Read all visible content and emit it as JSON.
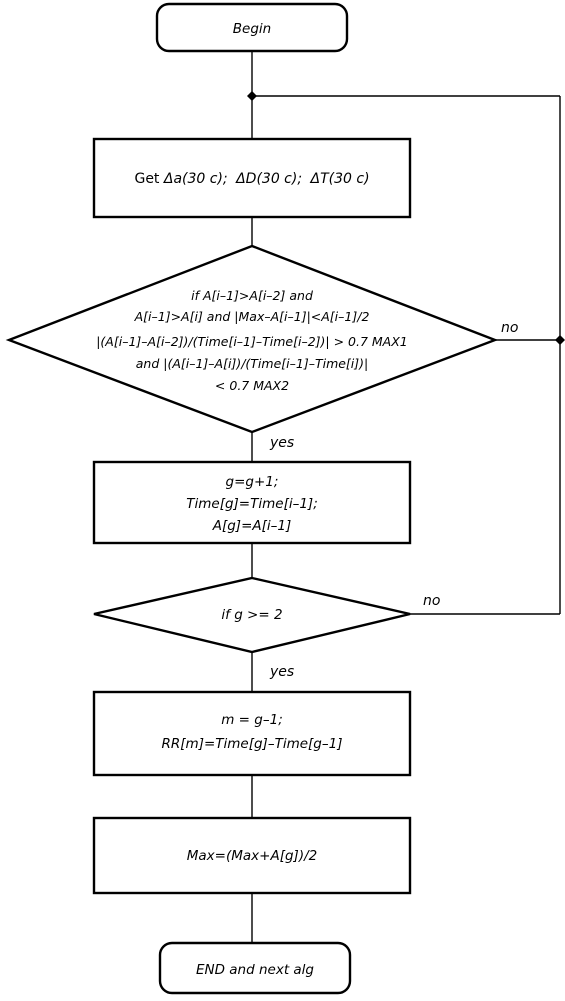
{
  "nodes": {
    "begin": "Begin",
    "get": {
      "prefix": "Get ",
      "delta_a": "Δa(30 c);",
      "delta_d": "ΔD(30 c);",
      "delta_t": "ΔT(30 c)"
    },
    "condition_1": [
      "if   A[i–1]>A[i–2] and",
      "A[i–1]>A[i] and |Max–A[i–1]|<A[i–1]/2",
      "|(A[i–1]–A[i–2])/(Time[i–1]–Time[i–2])| > 0.7 MAX1",
      "and |(A[i–1]–A[i])/(Time[i–1]–Time[i])|",
      "< 0.7 MAX2"
    ],
    "update_g": [
      "g=g+1;",
      "Time[g]=Time[i–1];",
      "A[g]=A[i–1]"
    ],
    "condition_2": "if g >= 2",
    "compute_rr": [
      "m = g–1;",
      "RR[m]=Time[g]–Time[g–1]"
    ],
    "update_max": "Max=(Max+A[g])/2",
    "end": "END and next alg"
  },
  "flow_labels": {
    "yes_1": "yes",
    "no_1": "no",
    "yes_2": "yes",
    "no_2": "no"
  }
}
